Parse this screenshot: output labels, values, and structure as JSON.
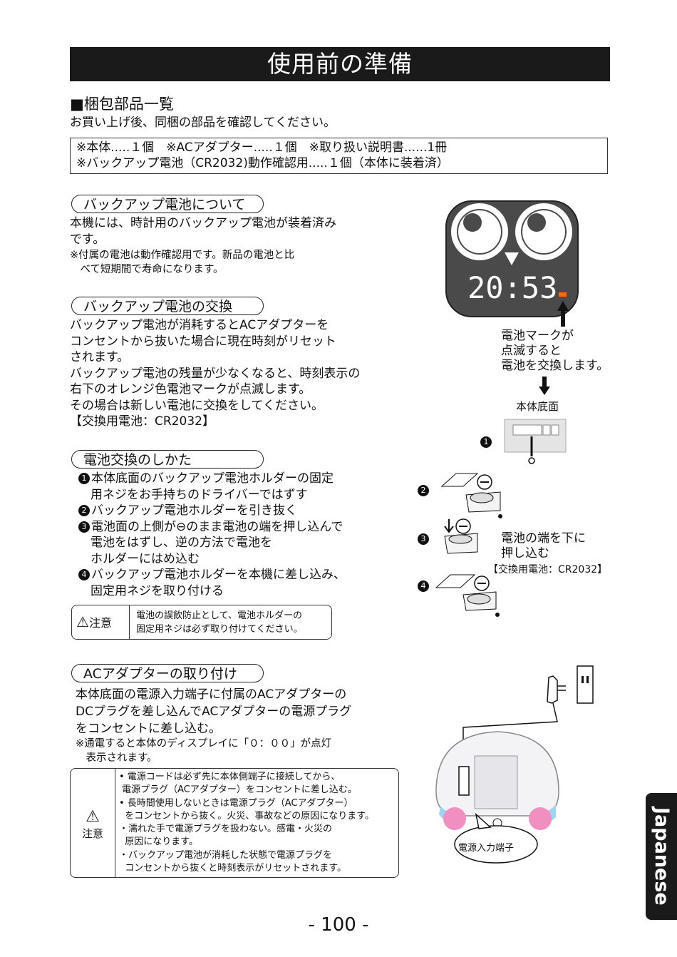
{
  "title": "使用前の準備",
  "package": {
    "heading": "■梱包部品一覧",
    "intro": "お買い上げ後、同梱の部品を確認してください。",
    "line1": "※本体.....１個　※ACアダプター.....１個　※取り扱い説明書......1冊",
    "line2": "※バックアップ電池（CR2032)動作確認用.....１個（本体に装着済）"
  },
  "backup_about": {
    "pill": "バックアップ電池について",
    "body": "本機には、時計用のバックアップ電池が装着済み\nです。",
    "note": "※付属の電池は動作確認用です。新品の電池と比\n　べて短期間で寿命になります。"
  },
  "backup_replace": {
    "pill": "バックアップ電池の交換",
    "body": "バックアップ電池が消耗するとACアダプターを\nコンセントから抜いた場合に現在時刻がリセット\nされます。\nバックアップ電池の残量が少なくなると、時刻表示の\n右下のオレンジ色電池マークが点滅します。\nその場合は新しい電池に交換をしてください。\n【交換用電池：CR2032】"
  },
  "how_to": {
    "pill": "電池交換のしかた",
    "steps": [
      {
        "num": "1",
        "text": "本体底面のバックアップ電池ホルダーの固定\n　用ネジをお手持ちのドライバーではずす"
      },
      {
        "num": "2",
        "text": "バックアップ電池ホルダーを引き抜く"
      },
      {
        "num": "3",
        "text": "電池面の上側が⊖のまま電池の端を押し込んで\n　電池をはずし、逆の方法で電池を\n　ホルダーにはめ込む"
      },
      {
        "num": "4",
        "text": "バックアップ電池ホルダーを本機に差し込み、\n　固定用ネジを取り付ける"
      }
    ],
    "caution_label": "注意",
    "caution_text": "電池の誤飲防止として、電池ホルダーの\n固定用ネジは必ず取り付けてください。"
  },
  "ac_adapter": {
    "pill": "ACアダプターの取り付け",
    "body": "本体底面の電源入力端子に付属のACアダプターの\nDCプラグを差し込んでACアダプターの電源プラグ\nをコンセントに差し込む。",
    "note": "※通電すると本体のディスプレイに「０：００」が点灯\n　表示されます。",
    "caution_label": "注意",
    "caution_items": "• 電源コードは必ず先に本体側端子に接続してから、\n 電源プラグ（ACアダプター）をコンセントに差し込む。\n• 長時間使用しないときは電源プラグ（ACアダプター）\n  をコンセントから抜く。火災、事故などの原因になります。\n・濡れた手で電源プラグを扱わない。感電・火災の\n  原因になります。\n・バックアップ電池が消耗した状態で電源プラグを\n  コンセントから抜くと時刻表示がリセットされます。"
  },
  "figures": {
    "clock_time": "20:53",
    "battery_mark_note": "電池マークが\n点滅すると\n電池を交換します。",
    "bottom_label": "本体底面",
    "step_markers": [
      "1",
      "2",
      "3",
      "4"
    ],
    "step3_note": "電池の端を下に\n押し込む",
    "replacement_battery": "【交換用電池：CR2032】",
    "power_jack_label": "電源入力端子",
    "battery_orange": "#ff6a00"
  },
  "side_tab": "Japanese",
  "page_number": "- 100 -"
}
